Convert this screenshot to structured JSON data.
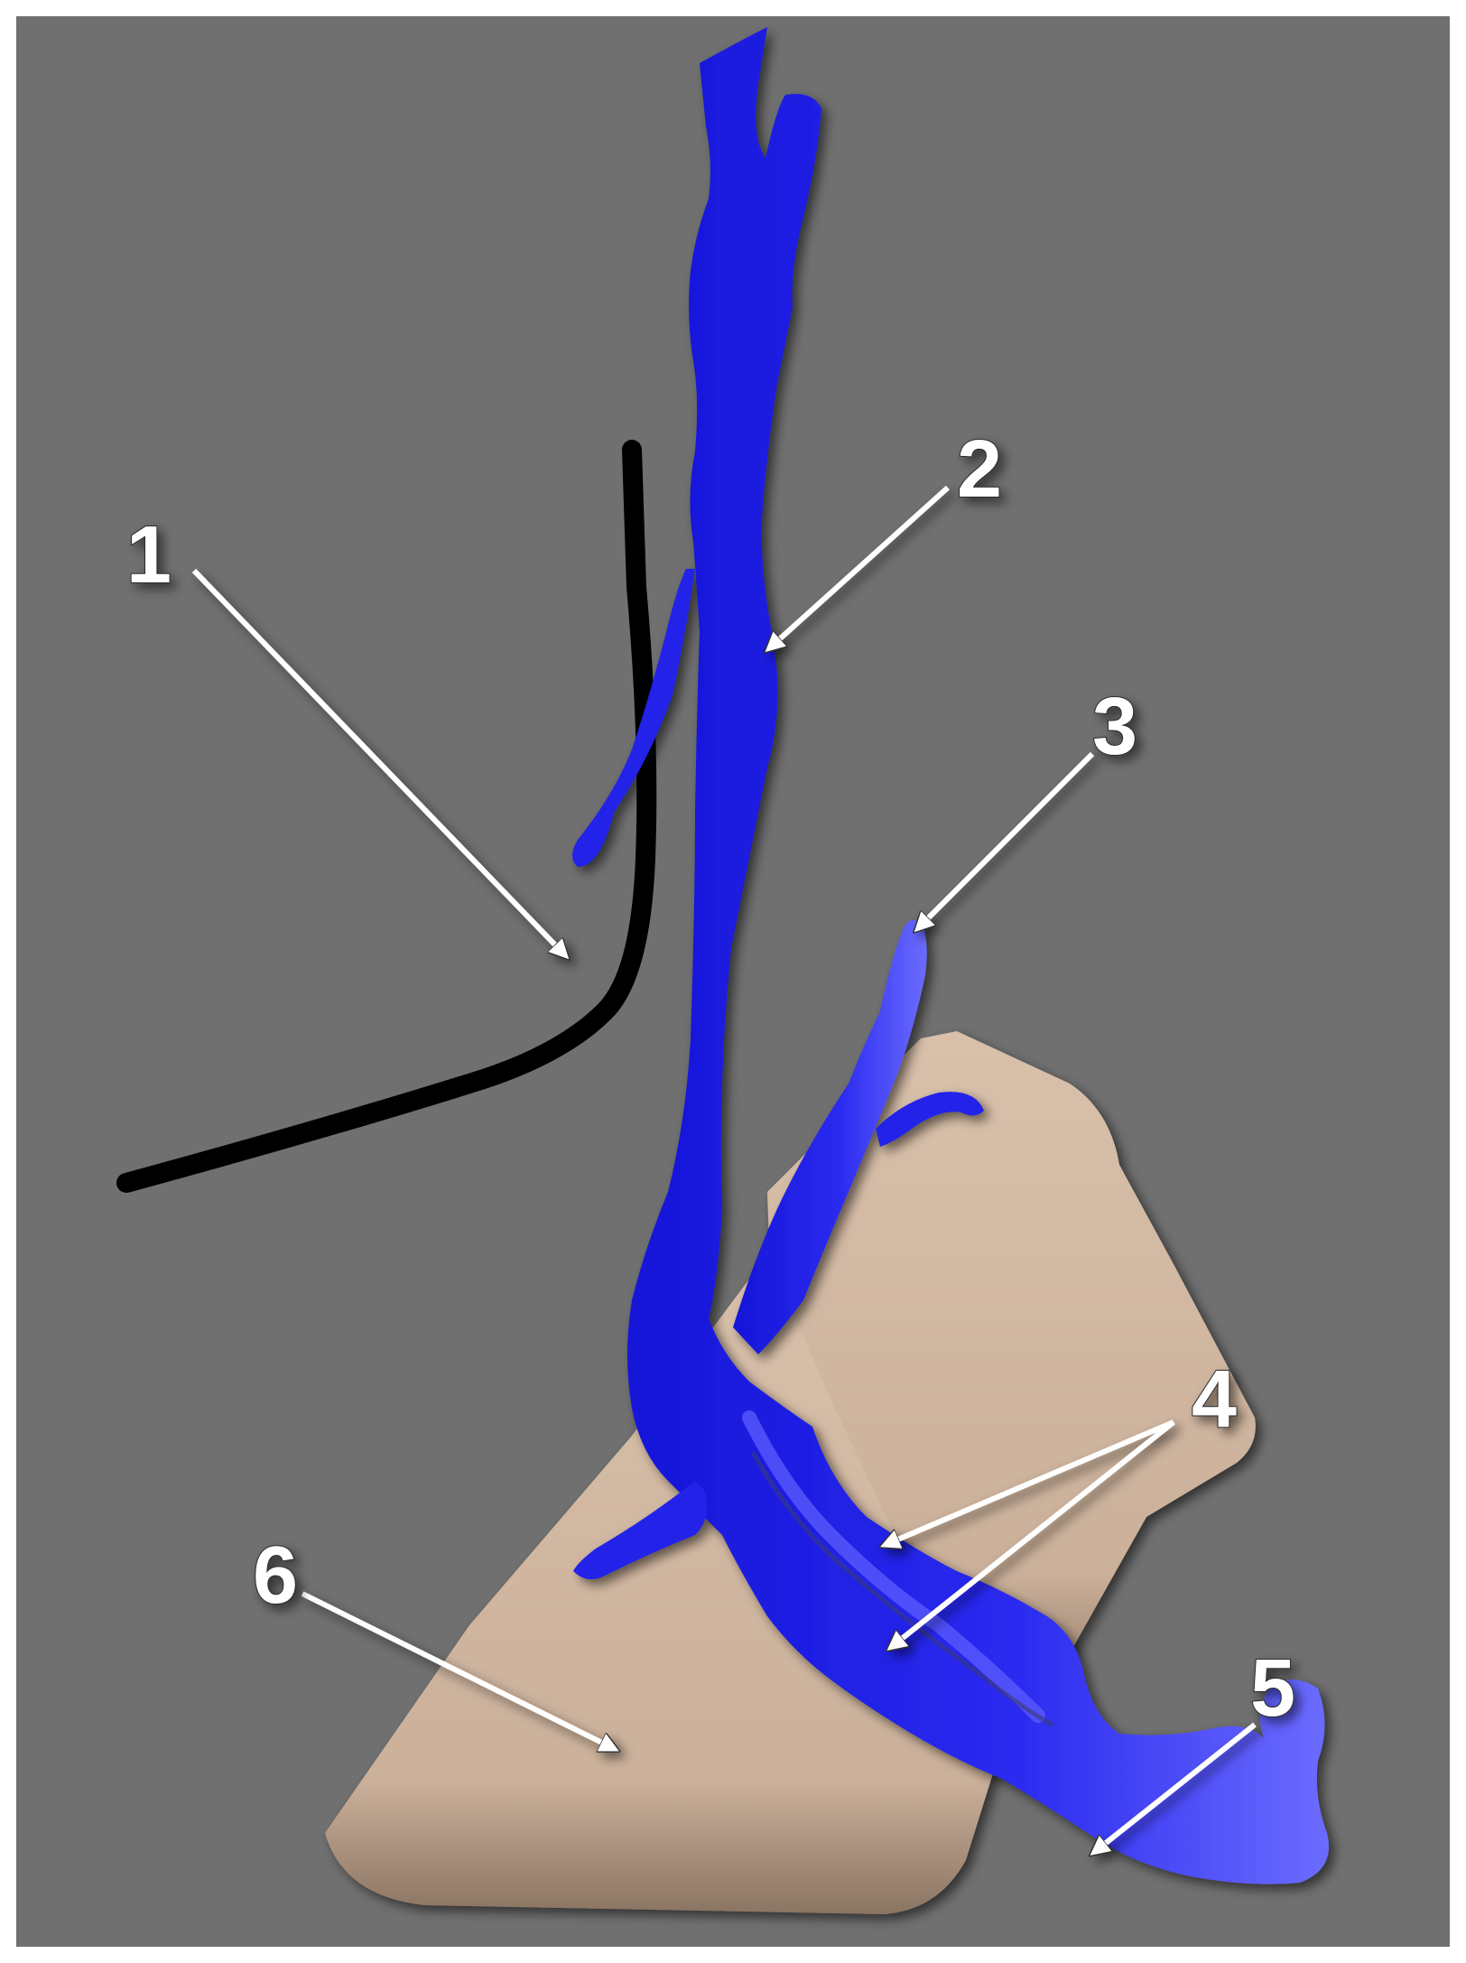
{
  "labels": {
    "l1": "1",
    "l2": "2",
    "l3": "3",
    "l4": "4",
    "l5": "5",
    "l6": "6"
  },
  "colors": {
    "background": "#707070",
    "vein": "#1f1fe6",
    "vein_highlight": "#6a6aff",
    "tissue": "#cdb29a",
    "tissue_shadow": "#7a6555",
    "catheter": "#000000",
    "arrow": "#ffffff"
  }
}
